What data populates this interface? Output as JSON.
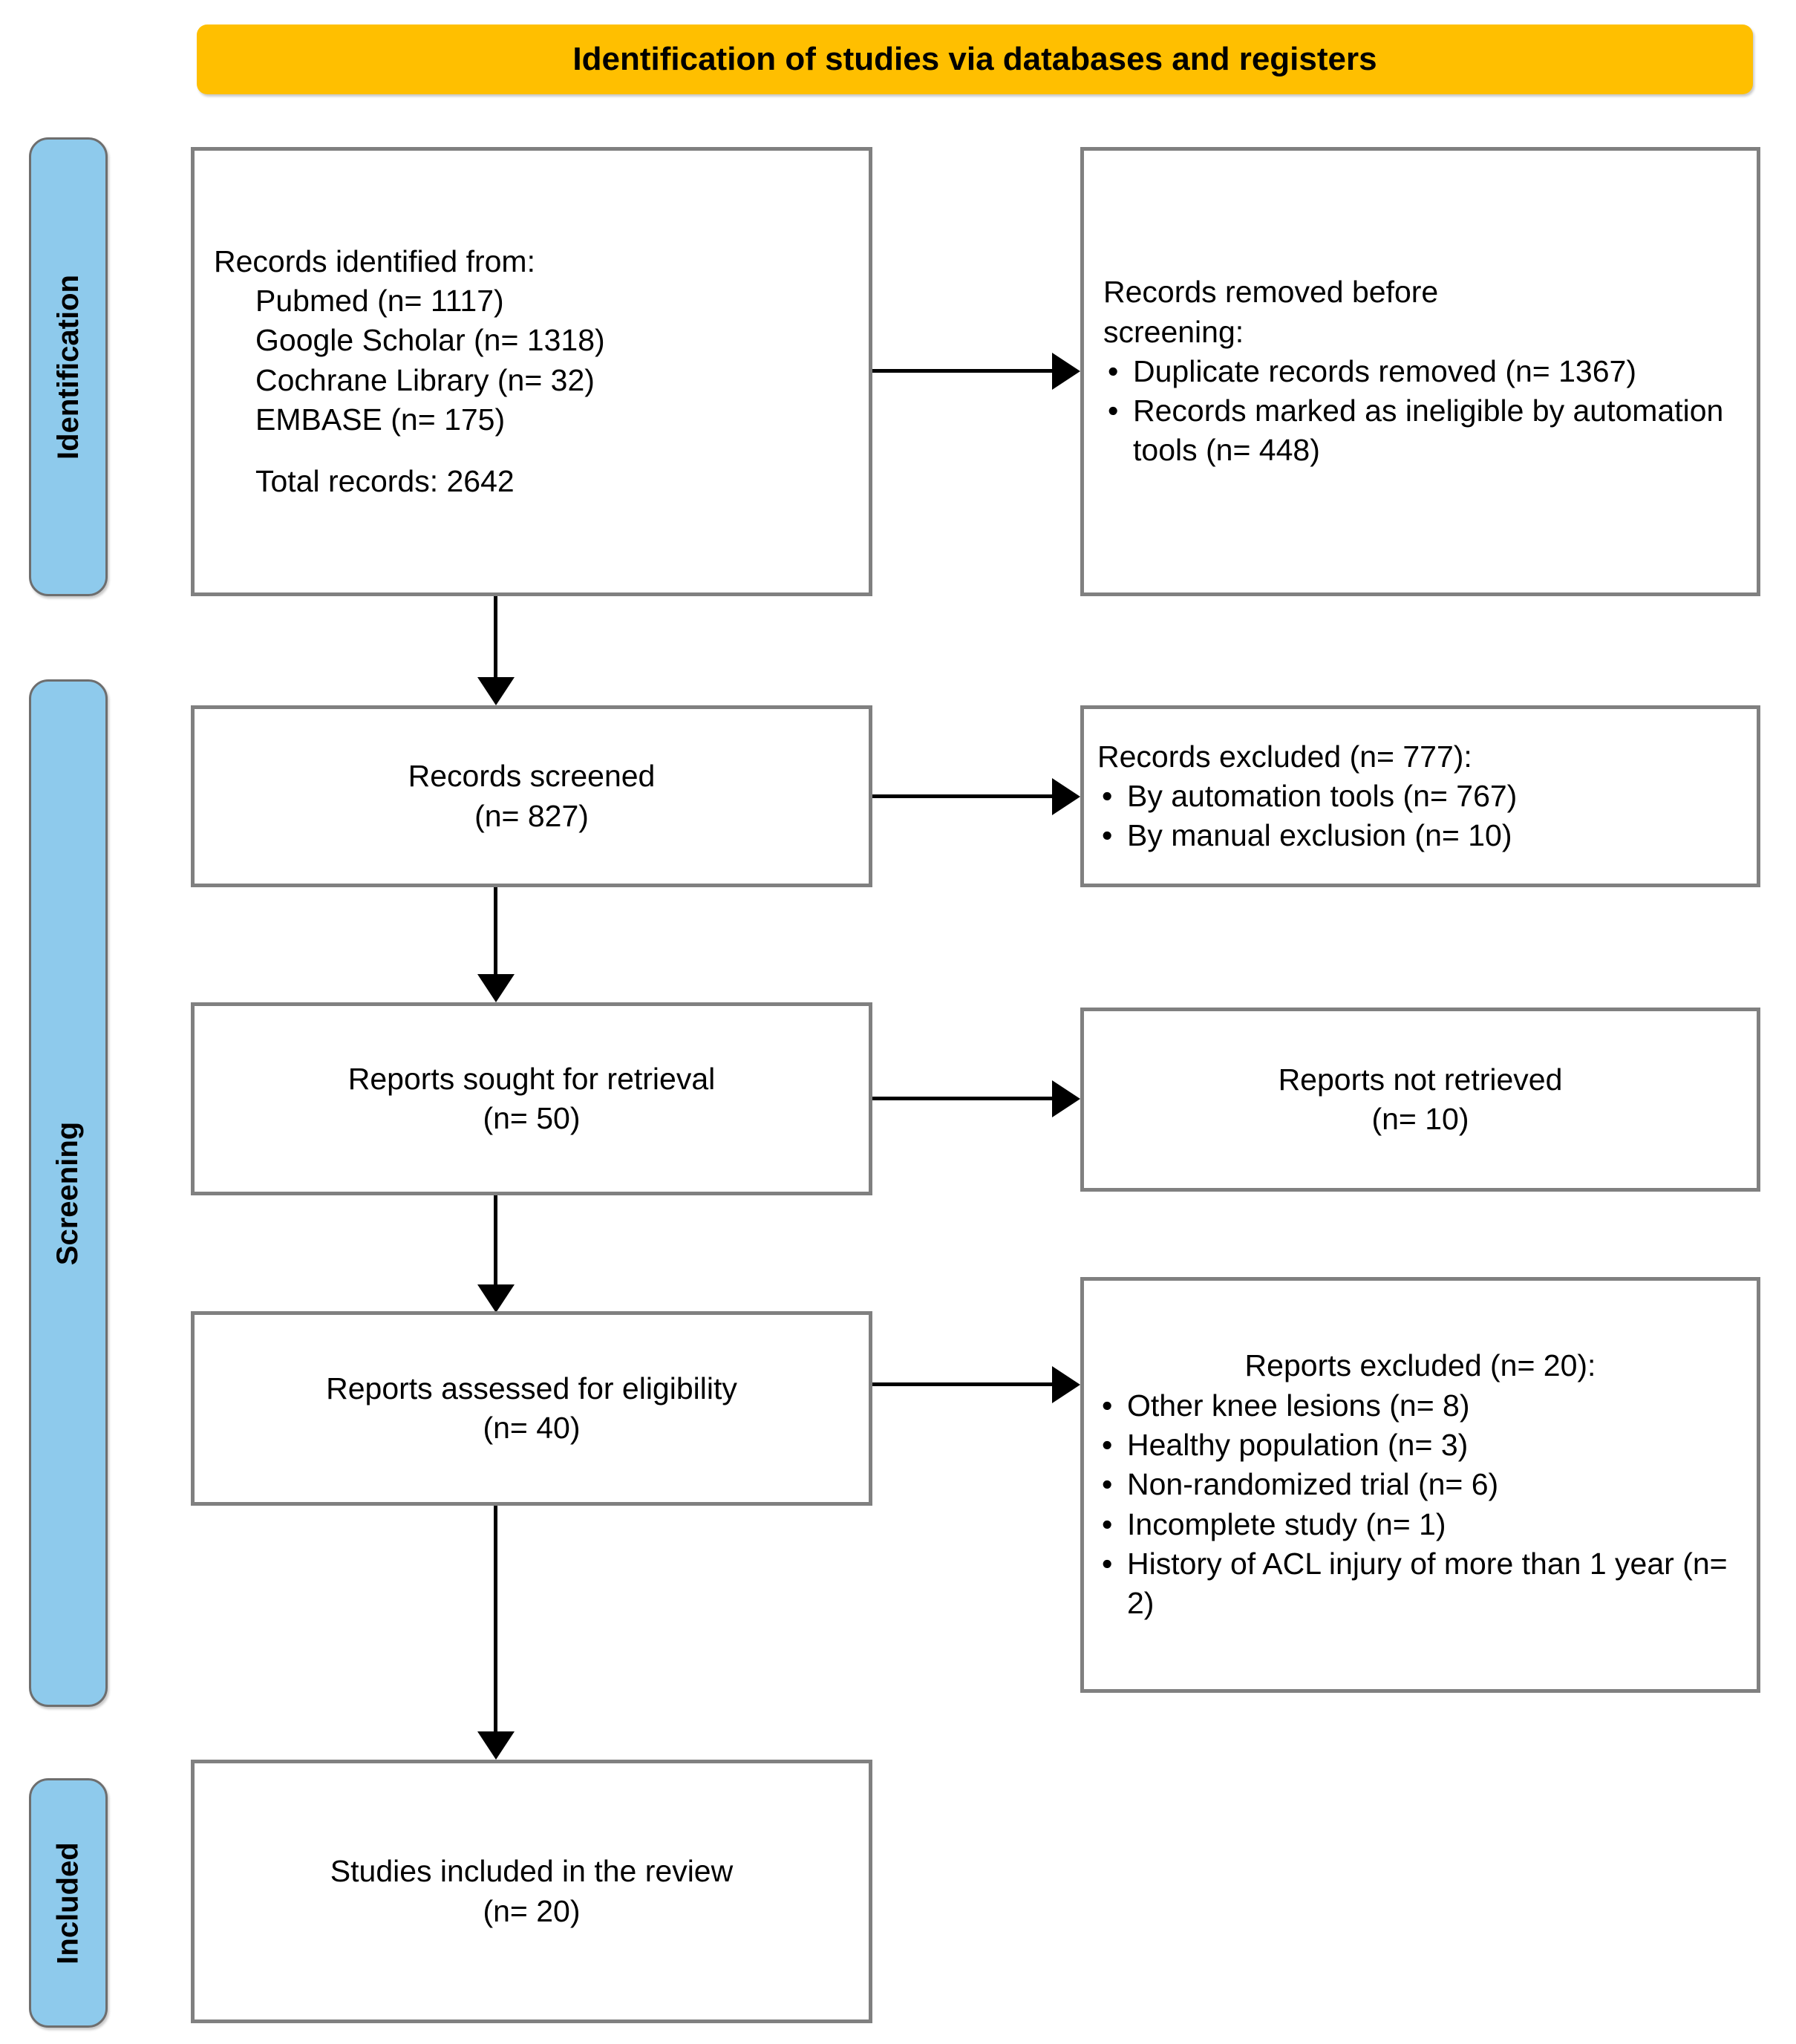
{
  "banner": {
    "title": "Identification of studies via databases and registers"
  },
  "rails": [
    {
      "label": "Identification"
    },
    {
      "label": "Screening"
    },
    {
      "label": "Included"
    }
  ],
  "boxes": {
    "identified": {
      "heading": "Records identified from:",
      "sources": [
        "Pubmed (n= 1117)",
        "Google Scholar (n= 1318)",
        "Cochrane Library (n= 32)",
        "EMBASE (n= 175)"
      ],
      "total": "Total records: 2642"
    },
    "removed": {
      "heading_line1": "Records removed before",
      "heading_line2": "screening:",
      "items": [
        "Duplicate records removed (n= 1367)",
        "Records marked as ineligible by automation tools (n= 448)"
      ]
    },
    "screened": {
      "line1": "Records screened",
      "line2": "(n= 827)"
    },
    "records_excluded": {
      "heading": "Records excluded (n= 777):",
      "items": [
        "By automation tools (n= 767)",
        "By manual exclusion (n= 10)"
      ]
    },
    "sought": {
      "line1": "Reports sought for retrieval",
      "line2": "(n= 50)"
    },
    "not_retrieved": {
      "line1": "Reports not retrieved",
      "line2": "(n= 10)"
    },
    "assessed": {
      "line1": "Reports assessed for eligibility",
      "line2": "(n= 40)"
    },
    "reports_excluded": {
      "heading": "Reports excluded (n= 20):",
      "items": [
        "Other knee lesions (n= 8)",
        "Healthy population (n= 3)",
        "Non-randomized trial (n= 6)",
        "Incomplete study (n= 1)",
        "History of ACL injury of more than 1 year (n= 2)"
      ]
    },
    "included": {
      "line1": "Studies included in the review",
      "line2": "(n= 20)"
    }
  },
  "colors": {
    "banner_fill": "#ffbf00",
    "rail_fill": "#8ecaec",
    "box_border": "#808080",
    "rail_border": "#6e6e6e",
    "connector": "#000000",
    "text": "#000000"
  }
}
